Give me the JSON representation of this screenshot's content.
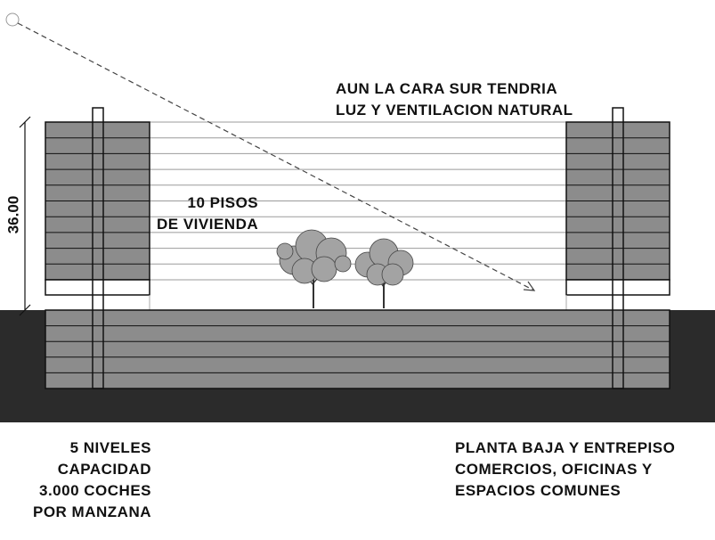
{
  "labels": {
    "top_note": [
      "AUN LA CARA SUR TENDRIA",
      "LUZ Y VENTILACION NATURAL"
    ],
    "residential_floors": [
      "10 PISOS",
      "DE VIVIENDA"
    ],
    "parking": [
      "5 NIVELES",
      "CAPACIDAD",
      "3.000 COCHES",
      "POR MANZANA"
    ],
    "ground_floor": [
      "PLANTA BAJA Y ENTREPISO",
      "COMERCIOS, OFICINAS Y",
      "ESPACIOS COMUNES"
    ],
    "height_dimension": "36.00"
  },
  "diagram": {
    "residential_floor_count": 10,
    "parking_level_count": 5
  },
  "colors": {
    "building_fill": "#8c8c8c",
    "underground_fill": "#2b2b2b",
    "line": "#111111",
    "tree_foliage": "#9a9a9a"
  }
}
